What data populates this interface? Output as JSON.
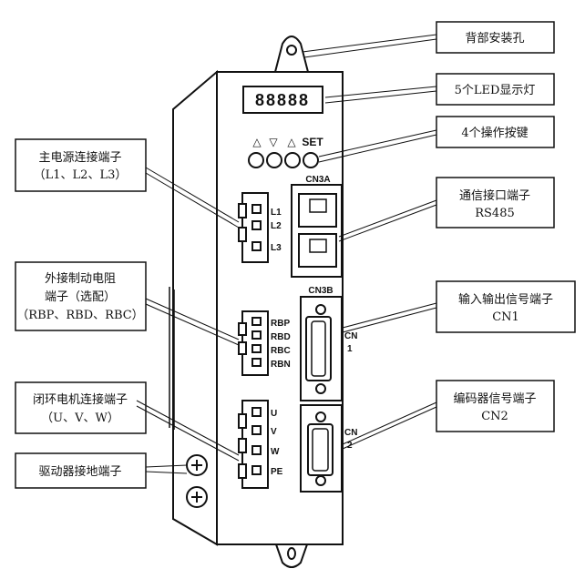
{
  "callouts": {
    "mounting_hole": "背部安装孔",
    "led_display": "5个LED显示灯",
    "keys": "4个操作按键",
    "comm_port_line1": "通信接口端子",
    "comm_port_line2": "RS485",
    "io_port_line1": "输入输出信号端子",
    "io_port_line2": "CN1",
    "encoder_port_line1": "编码器信号端子",
    "encoder_port_line2": "CN2",
    "main_power_line1": "主电源连接端子",
    "main_power_line2": "（L1、L2、L3）",
    "brake_res_line1": "外接制动电阻",
    "brake_res_line2": "端子（选配）",
    "brake_res_line3": "（RBP、RBD、RBC）",
    "motor_line1": "闭环电机连接端子",
    "motor_line2": "（U、V、W）",
    "ground": "驱动器接地端子"
  },
  "device": {
    "led_digits": "88888",
    "key_up": "△",
    "key_down": "▽",
    "key_shift": "△",
    "key_set": "SET",
    "cn3a": "CN3A",
    "cn3b": "CN3B",
    "cn1_label_a": "CN",
    "cn1_label_b": "1",
    "cn2_label_a": "CN",
    "cn2_label_b": "2",
    "power_pins": [
      "L1",
      "L2",
      "L3"
    ],
    "brake_pins": [
      "RBP",
      "RBD",
      "RBC",
      "RBN"
    ],
    "motor_pins": [
      "U",
      "V",
      "W",
      "PE"
    ]
  }
}
